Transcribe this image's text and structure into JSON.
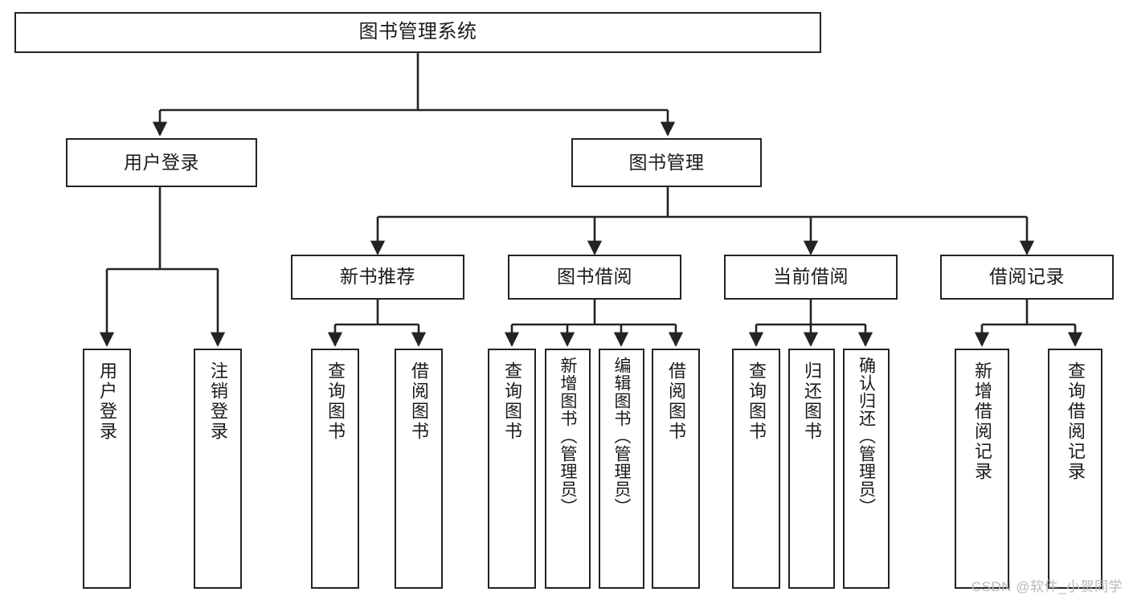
{
  "diagram": {
    "type": "tree",
    "title": "图书管理系统",
    "orientation": "top-down",
    "colors": {
      "box_border": "#232323",
      "box_fill": "#ffffff",
      "edge": "#232323",
      "text": "#1a1a1a",
      "watermark": "#b9b9b9",
      "background": "#ffffff"
    }
  },
  "nodes": {
    "root": {
      "label": "图书管理系统"
    },
    "level2": [
      {
        "label": "用户登录"
      },
      {
        "label": "图书管理"
      }
    ],
    "level3": [
      {
        "label": "新书推荐"
      },
      {
        "label": "图书借阅"
      },
      {
        "label": "当前借阅"
      },
      {
        "label": "借阅记录"
      }
    ],
    "leaves": {
      "user_login": [
        {
          "label": "用户登录"
        },
        {
          "label": "注销登录"
        }
      ],
      "new_book_recommend": [
        {
          "label": "查询图书"
        },
        {
          "label": "借阅图书"
        }
      ],
      "book_borrow": [
        {
          "label": "查询图书"
        },
        {
          "label": "新增图书（管理员）"
        },
        {
          "label": "编辑图书（管理员）"
        },
        {
          "label": "借阅图书"
        }
      ],
      "current_borrow": [
        {
          "label": "查询图书"
        },
        {
          "label": "归还图书"
        },
        {
          "label": "确认归还（管理员）"
        }
      ],
      "borrow_record": [
        {
          "label": "新增借阅记录"
        },
        {
          "label": "查询借阅记录"
        }
      ]
    }
  },
  "watermark": {
    "text": "CSDN @软件_小贺同学"
  }
}
